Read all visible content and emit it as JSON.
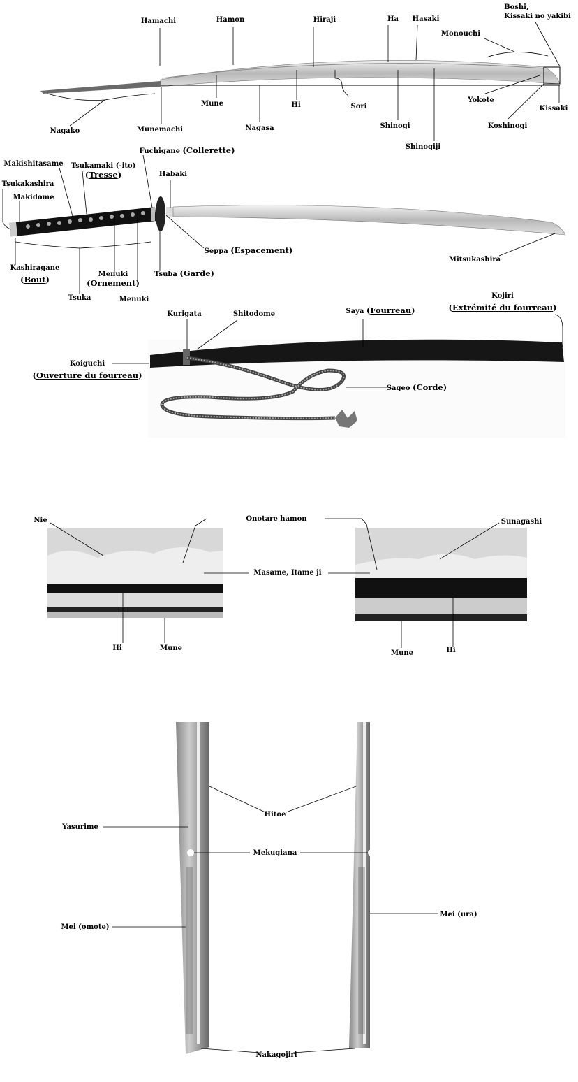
{
  "blade": {
    "hamachi": "Hamachi",
    "hamon": "Hamon",
    "hiraji": "Hiraji",
    "ha": "Ha",
    "hasaki": "Hasaki",
    "boshi_1": "Boshi,",
    "boshi_2": "Kissaki no yakibi",
    "monouchi": "Monouchi",
    "yokote": "Yokote",
    "kissaki": "Kissaki",
    "koshinogi": "Koshinogi",
    "mune": "Mune",
    "hi": "Hi",
    "sori": "Sori",
    "nagasa": "Nagasa",
    "nagako": "Nagako",
    "munemachi": "Munemachi",
    "shinogi": "Shinogi",
    "shinogiji": "Shinogiji"
  },
  "mounted": {
    "fuchigane": {
      "jp": "Fuchigane",
      "fr": "Collerette"
    },
    "makishitasame": "Makishitasame",
    "tsukamaki": {
      "jp": "Tsukamaki (-ito)",
      "fr": "Tresse"
    },
    "habaki": "Habaki",
    "tsukakashira": "Tsukakashira",
    "makidome": "Makidome",
    "seppa": {
      "jp": "Seppa",
      "fr": "Espacement"
    },
    "mitsukashira": "Mitsukashira",
    "kashiragane": {
      "jp": "Kashiragane",
      "fr": "Bout"
    },
    "menuki_fr": {
      "jp": "Menuki",
      "fr": "Ornement"
    },
    "tsuba": {
      "jp": "Tsuba",
      "fr": "Garde"
    },
    "tsuka": "Tsuka",
    "menuki": "Menuki"
  },
  "saya": {
    "kurigata": "Kurigata",
    "shitodome": "Shitodome",
    "saya": {
      "jp": "Saya",
      "fr": "Fourreau"
    },
    "kojiri": {
      "jp": "Kojiri",
      "fr": "Extrémité du fourreau"
    },
    "koiguchi": {
      "jp": "Koiguchi",
      "fr": "Ouverture du fourreau"
    },
    "sageo": {
      "jp": "Sageo",
      "fr": "Corde"
    }
  },
  "closeup": {
    "nie": "Nie",
    "onotare": "Onotare hamon",
    "sunagashi": "Sunagashi",
    "masame": "Masame, Itame ji",
    "hi_left": "Hi",
    "mune_left": "Mune",
    "mune_right": "Mune",
    "hi_right": "Hi"
  },
  "tang": {
    "hitoe": "Hitoe",
    "yasurime": "Yasurime",
    "mekugiana": "Mekugiana",
    "mei_omote": "Mei (omote)",
    "mei_ura": "Mei (ura)",
    "nakagojiri": "Nakagojiri"
  }
}
